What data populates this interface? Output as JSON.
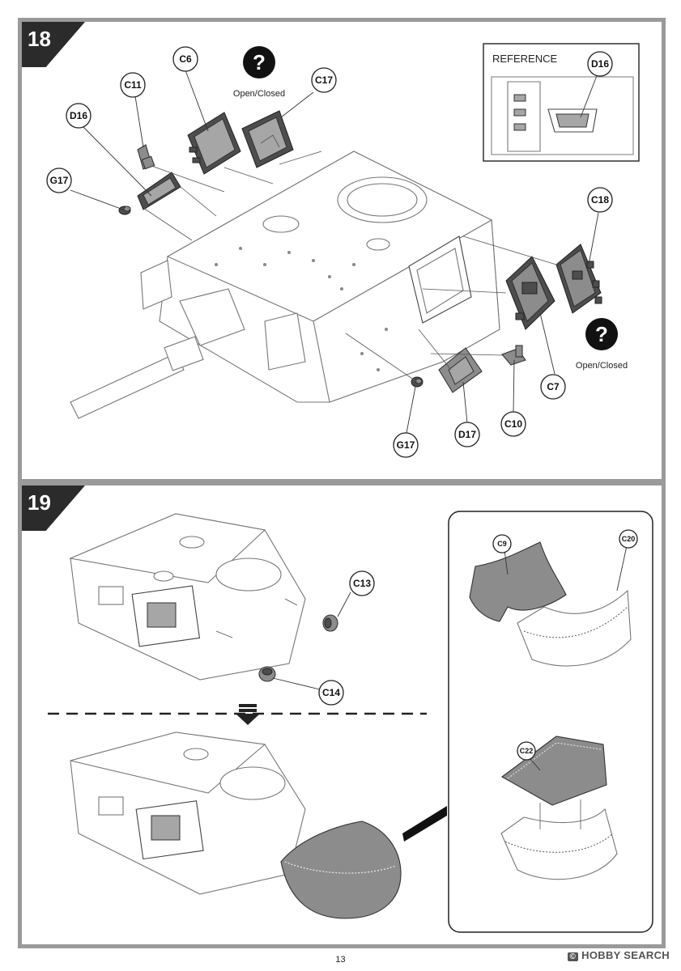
{
  "steps": [
    {
      "number": "18"
    },
    {
      "number": "19"
    }
  ],
  "step18": {
    "reference_title": "REFERENCE",
    "reference_callout": "D16",
    "open_closed_label": "Open/Closed",
    "callouts": {
      "c6": "C6",
      "c11": "C11",
      "c17": "C17",
      "d16": "D16",
      "g17": "G17",
      "c18": "C18",
      "c7": "C7",
      "c10": "C10",
      "d17": "D17",
      "g17b": "G17"
    }
  },
  "step19": {
    "callouts": {
      "c13": "C13",
      "c14": "C14",
      "c9": "C9",
      "c20": "C20",
      "c22": "C22"
    }
  },
  "icons": {
    "question": "question-icon",
    "arrow": "down-arrow-icon"
  },
  "colors": {
    "frame": "#9a9a9a",
    "tab": "#2b2b2b",
    "part": "#8c8c8c"
  },
  "footer": {
    "page_number": "13",
    "watermark": "HOBBY SEARCH",
    "watermark_mark": "©"
  }
}
